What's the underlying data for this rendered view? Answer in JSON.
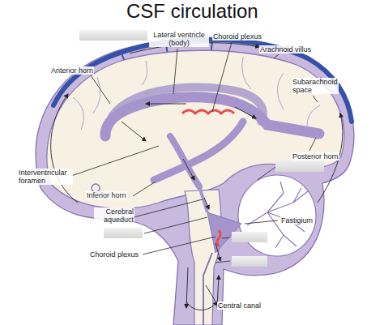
{
  "diagram": {
    "title": "CSF circulation",
    "labels": [
      "Lateral ventricle (body)",
      "Choroid plexus",
      "Arachnoid villus",
      "Anterior horn",
      "Subarachnoid space",
      "Posterior horn",
      "Interventricular foramen",
      "Inferior horn",
      "Cerebral aqueduct",
      "Fastigium",
      "Choroid plexus",
      "Central canal"
    ]
  }
}
